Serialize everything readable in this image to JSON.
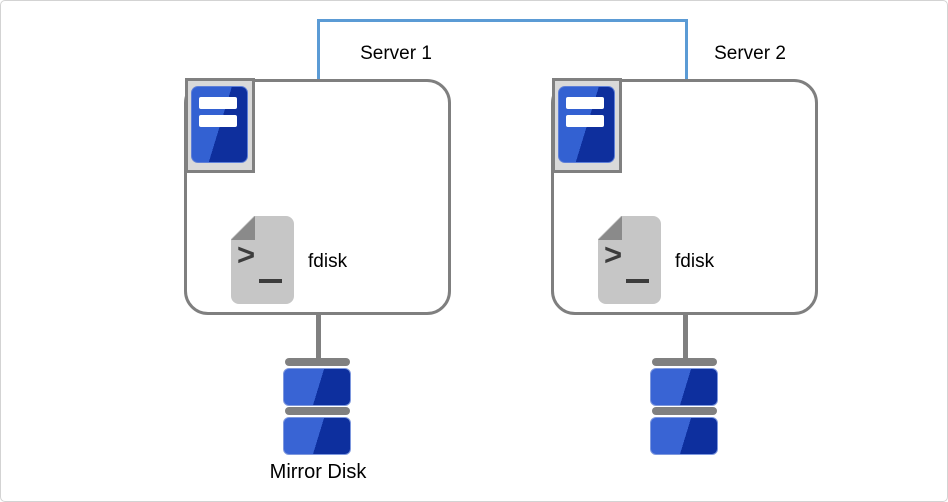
{
  "diagram": {
    "link": {
      "description": "interconnect between servers",
      "color": "#5B9BD5"
    },
    "servers": [
      {
        "name": "Server 1",
        "command": "fdisk"
      },
      {
        "name": "Server 2",
        "command": "fdisk"
      }
    ],
    "disks": [
      {
        "label": "Mirror Disk"
      },
      {
        "label": ""
      }
    ],
    "icons": {
      "server": "server-tower-icon",
      "command_file": "terminal-script-file-icon",
      "disk": "disk-stack-icon"
    },
    "colors": {
      "link_blue": "#5B9BD5",
      "box_border_gray": "#7F7F7F",
      "connector_gray": "#808080",
      "icon_blue_light": "#3361D2",
      "icon_blue_dark": "#0E2F9D",
      "file_gray": "#C6C6C6",
      "fold_gray": "#8A8A8A",
      "glyph_dark": "#3C3C3C"
    }
  }
}
